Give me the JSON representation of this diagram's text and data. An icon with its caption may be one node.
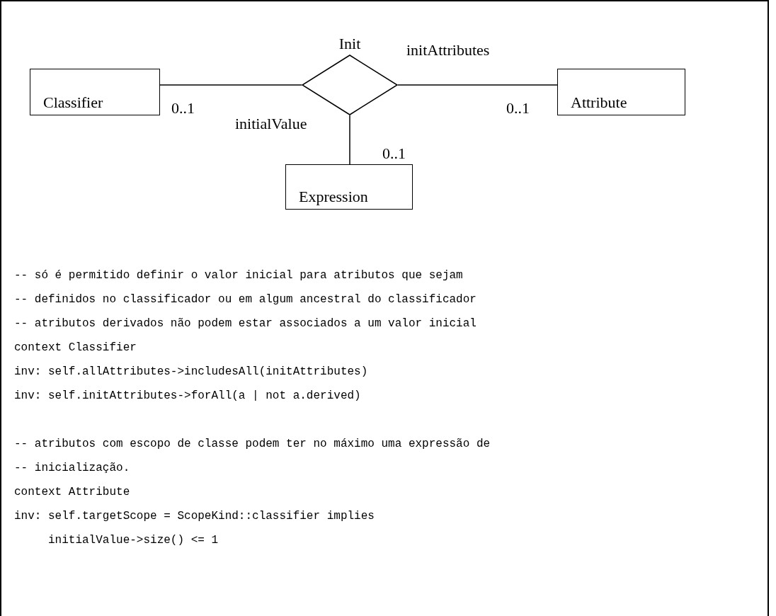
{
  "diagram": {
    "nodes": [
      {
        "text": [
          "Classifier"
        ]
      },
      {
        "text": [
          "Init"
        ]
      },
      {
        "text": [
          "Attribute"
        ]
      },
      {
        "text": [
          "Expression"
        ]
      }
    ],
    "edges": [
      {
        "from": 0,
        "to": 1,
        "arrow": "none"
      },
      {
        "from": 1,
        "to": 2,
        "arrow": "none"
      },
      {
        "from": 1,
        "to": 3,
        "arrow": "none"
      }
    ],
    "labels": [
      "initAttributes",
      "0..1",
      "0..1",
      "initialValue",
      "0..1",
      "-- só é permitido definir o valor inicial para atributos que sejam",
      "-- definidos no classificador ou em algum ancestral do classificador",
      "-- atributos derivados não podem estar associados a um valor inicial",
      "context Classifier",
      "inv: self.allAttributes->includesAll(initAttributes)",
      "inv: self.initAttributes->forAll(a | not a.derived)",
      "-- atributos com escopo de classe podem ter no máximo uma expressão de",
      "-- inicialização.",
      "context Attribute",
      "inv: self.targetScope = ScopeKind::classifier implies",
      "     initialValue->size() <= 1"
    ]
  }
}
